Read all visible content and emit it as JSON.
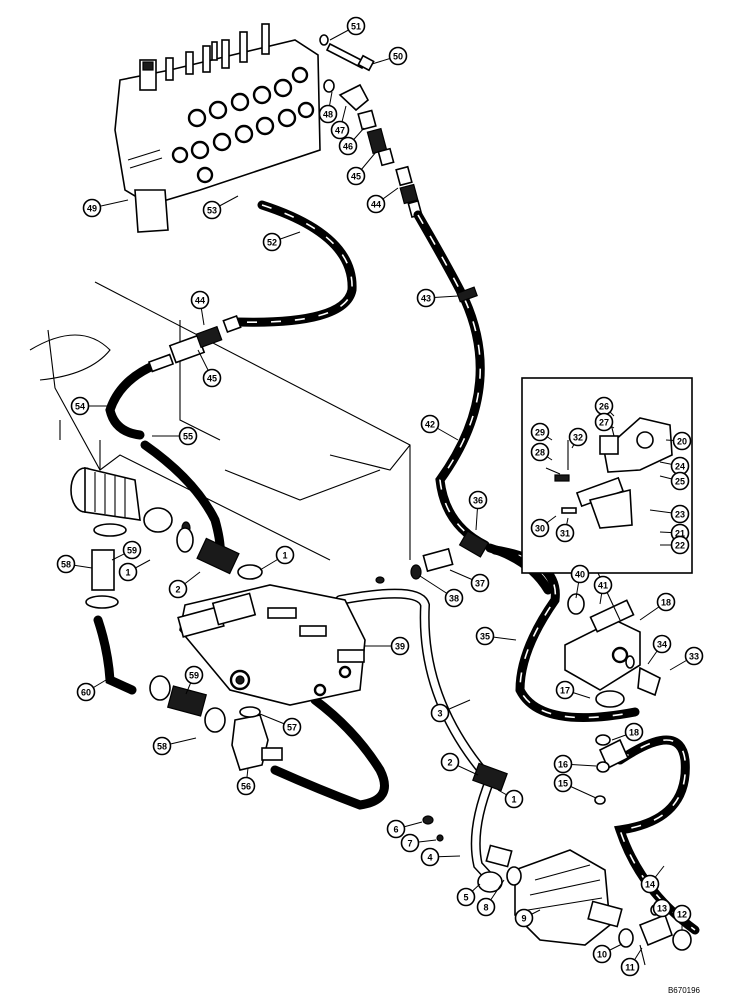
{
  "figure": {
    "reference": "B670196"
  },
  "callouts": [
    {
      "id": "51",
      "label": "51"
    },
    {
      "id": "50",
      "label": "50"
    },
    {
      "id": "48",
      "label": "48"
    },
    {
      "id": "47",
      "label": "47"
    },
    {
      "id": "46",
      "label": "46"
    },
    {
      "id": "45a",
      "label": "45"
    },
    {
      "id": "44a",
      "label": "44"
    },
    {
      "id": "49",
      "label": "49"
    },
    {
      "id": "53",
      "label": "53"
    },
    {
      "id": "52",
      "label": "52"
    },
    {
      "id": "43",
      "label": "43"
    },
    {
      "id": "44b",
      "label": "44"
    },
    {
      "id": "45b",
      "label": "45"
    },
    {
      "id": "54",
      "label": "54"
    },
    {
      "id": "55",
      "label": "55"
    },
    {
      "id": "42",
      "label": "42"
    },
    {
      "id": "26",
      "label": "26"
    },
    {
      "id": "27",
      "label": "27"
    },
    {
      "id": "20",
      "label": "20"
    },
    {
      "id": "29",
      "label": "29"
    },
    {
      "id": "32",
      "label": "32"
    },
    {
      "id": "28",
      "label": "28"
    },
    {
      "id": "24",
      "label": "24"
    },
    {
      "id": "25",
      "label": "25"
    },
    {
      "id": "30",
      "label": "30"
    },
    {
      "id": "31",
      "label": "31"
    },
    {
      "id": "23",
      "label": "23"
    },
    {
      "id": "21",
      "label": "21"
    },
    {
      "id": "22",
      "label": "22"
    },
    {
      "id": "36",
      "label": "36"
    },
    {
      "id": "1a",
      "label": "1"
    },
    {
      "id": "58a",
      "label": "58"
    },
    {
      "id": "59a",
      "label": "59"
    },
    {
      "id": "1b",
      "label": "1"
    },
    {
      "id": "2a",
      "label": "2"
    },
    {
      "id": "37",
      "label": "37"
    },
    {
      "id": "38",
      "label": "38"
    },
    {
      "id": "40",
      "label": "40"
    },
    {
      "id": "41",
      "label": "41"
    },
    {
      "id": "18a",
      "label": "18"
    },
    {
      "id": "35",
      "label": "35"
    },
    {
      "id": "39",
      "label": "39"
    },
    {
      "id": "34",
      "label": "34"
    },
    {
      "id": "33",
      "label": "33"
    },
    {
      "id": "60",
      "label": "60"
    },
    {
      "id": "59b",
      "label": "59"
    },
    {
      "id": "17",
      "label": "17"
    },
    {
      "id": "3",
      "label": "3"
    },
    {
      "id": "57",
      "label": "57"
    },
    {
      "id": "58b",
      "label": "58"
    },
    {
      "id": "18b",
      "label": "18"
    },
    {
      "id": "16",
      "label": "16"
    },
    {
      "id": "15",
      "label": "15"
    },
    {
      "id": "2b",
      "label": "2"
    },
    {
      "id": "56",
      "label": "56"
    },
    {
      "id": "1c",
      "label": "1"
    },
    {
      "id": "6",
      "label": "6"
    },
    {
      "id": "7",
      "label": "7"
    },
    {
      "id": "4",
      "label": "4"
    },
    {
      "id": "14",
      "label": "14"
    },
    {
      "id": "5",
      "label": "5"
    },
    {
      "id": "8",
      "label": "8"
    },
    {
      "id": "9",
      "label": "9"
    },
    {
      "id": "13",
      "label": "13"
    },
    {
      "id": "12",
      "label": "12"
    },
    {
      "id": "10",
      "label": "10"
    },
    {
      "id": "11",
      "label": "11"
    }
  ]
}
